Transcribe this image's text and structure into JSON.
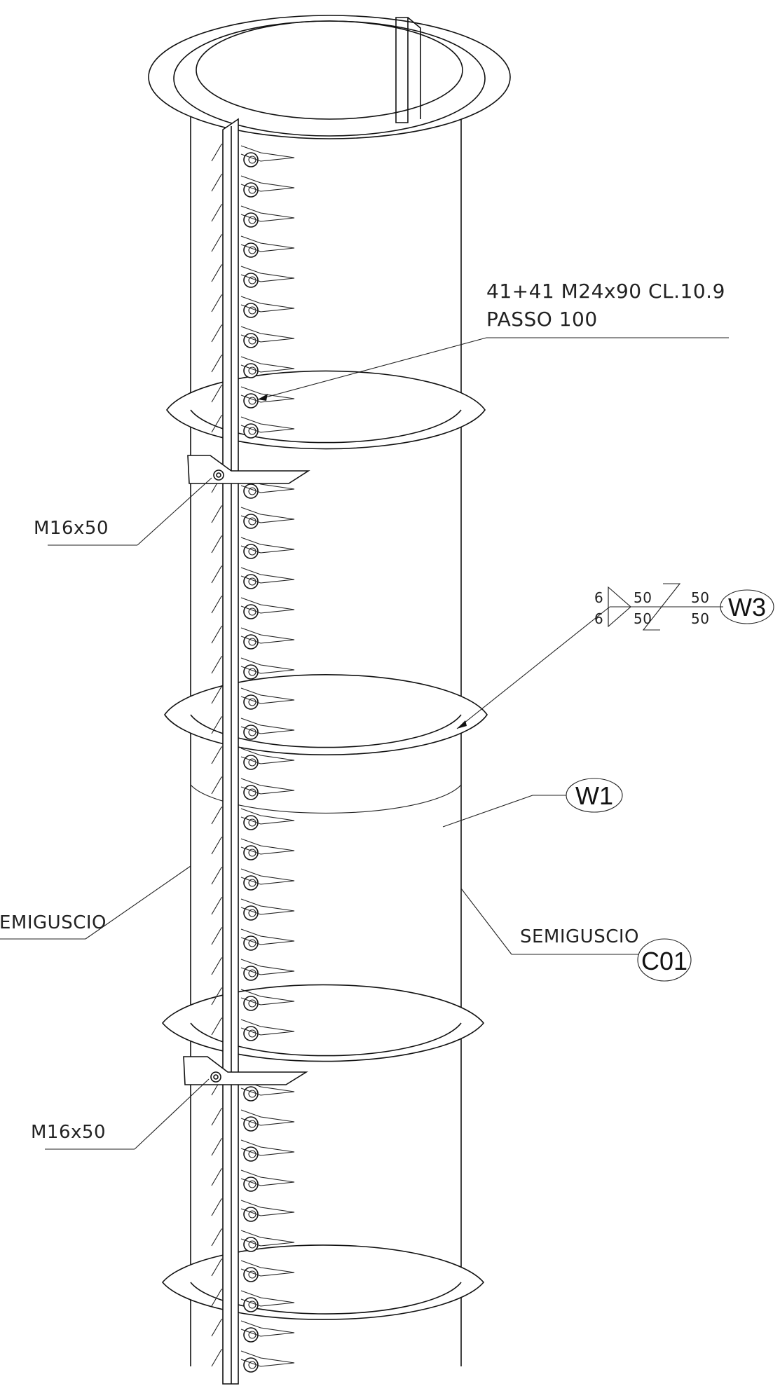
{
  "drawing": {
    "bolt_callout": {
      "line1": "41+41 M24x90 CL.10.9",
      "line2": "PASSO 100"
    },
    "pin_upper": "M16x50",
    "pin_lower": "M16x50",
    "weld_symbol": {
      "top_size": "6",
      "bottom_size": "6",
      "top_left_len": "50",
      "bottom_left_len": "50",
      "top_right_len": "50",
      "bottom_right_len": "50",
      "tag": "W3"
    },
    "weld_w1": {
      "tag": "W1"
    },
    "shell_left": "SEMIGUSCIO",
    "shell_right": {
      "label": "SEMIGUSCIO",
      "tag": "C01"
    }
  }
}
